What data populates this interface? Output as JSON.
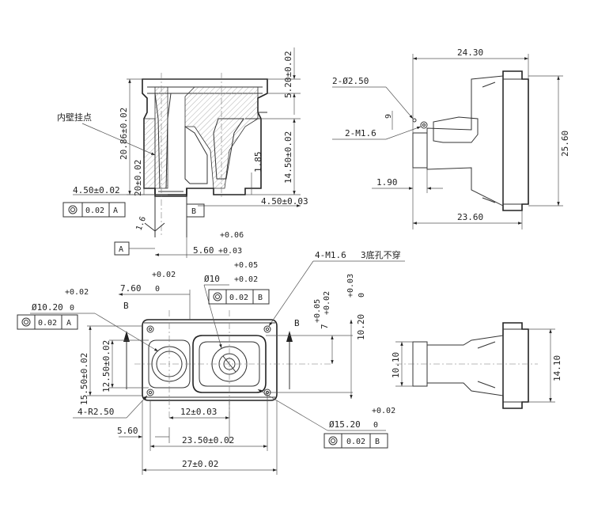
{
  "labels": {
    "inner_wall_note": "内壁挂点",
    "datum_a": "A",
    "datum_b": "B",
    "section_b_left": "B",
    "section_b_right": "B",
    "chamfer_16": "1.6",
    "tap_note": "4-M1.6",
    "tap_note_suffix": "3底孔不穿"
  },
  "front_view": {
    "dim_520": "5.20±0.02",
    "dim_2086": "20.86±0.02",
    "dim_20": "20±0.02",
    "dim_1450": "14.50±0.02",
    "dim_185": "1.85",
    "dim_450_left": "4.50±0.02",
    "dim_450_right": "4.50±0.03",
    "dim_560": "5.60",
    "dim_560_tol_up": "+0.06",
    "dim_560_tol_dn": "+0.03",
    "fcf_left": {
      "sym": "◎",
      "tol": "0.02",
      "ref": "A"
    }
  },
  "side_view_top": {
    "dim_2430": "24.30",
    "dim_2360": "23.60",
    "dim_2560": "25.60",
    "dim_190": "1.90",
    "dim_9": "9",
    "hole_note_1": "2-Ø2.50",
    "hole_note_2": "2-M1.6"
  },
  "top_view": {
    "dim_1020": "Ø10.20",
    "dim_1020_tol_up": "+0.02",
    "dim_1020_tol_dn": "0",
    "dim_760": "7.60",
    "dim_760_tol_up": "+0.02",
    "dim_760_tol_dn": "0",
    "dim_10": "Ø10",
    "dim_10_tol_up": "+0.05",
    "dim_10_tol_dn": "+0.02",
    "dim_1250": "12.50±0.02",
    "dim_1550": "15.50±0.02",
    "dim_7": "7",
    "dim_7_tol_up": "+0.05",
    "dim_7_tol_dn": "+0.02",
    "dim_1020_v": "10.20",
    "dim_1020_v_tol_up": "+0.03",
    "dim_1020_v_tol_dn": "0",
    "dim_r250": "4-R2.50",
    "dim_560b": "5.60",
    "dim_12": "12±0.03",
    "dim_2350": "23.50±0.02",
    "dim_27": "27±0.02",
    "dim_1520": "Ø15.20",
    "dim_1520_tol_up": "+0.02",
    "dim_1520_tol_dn": "0",
    "fcf_1": {
      "sym": "◎",
      "tol": "0.02",
      "ref": "A"
    },
    "fcf_2": {
      "sym": "◎",
      "tol": "0.02",
      "ref": "B"
    },
    "fcf_3": {
      "sym": "◎",
      "tol": "0.02",
      "ref": "B"
    }
  },
  "side_view_bottom": {
    "dim_1010": "10.10",
    "dim_1410": "14.10"
  }
}
